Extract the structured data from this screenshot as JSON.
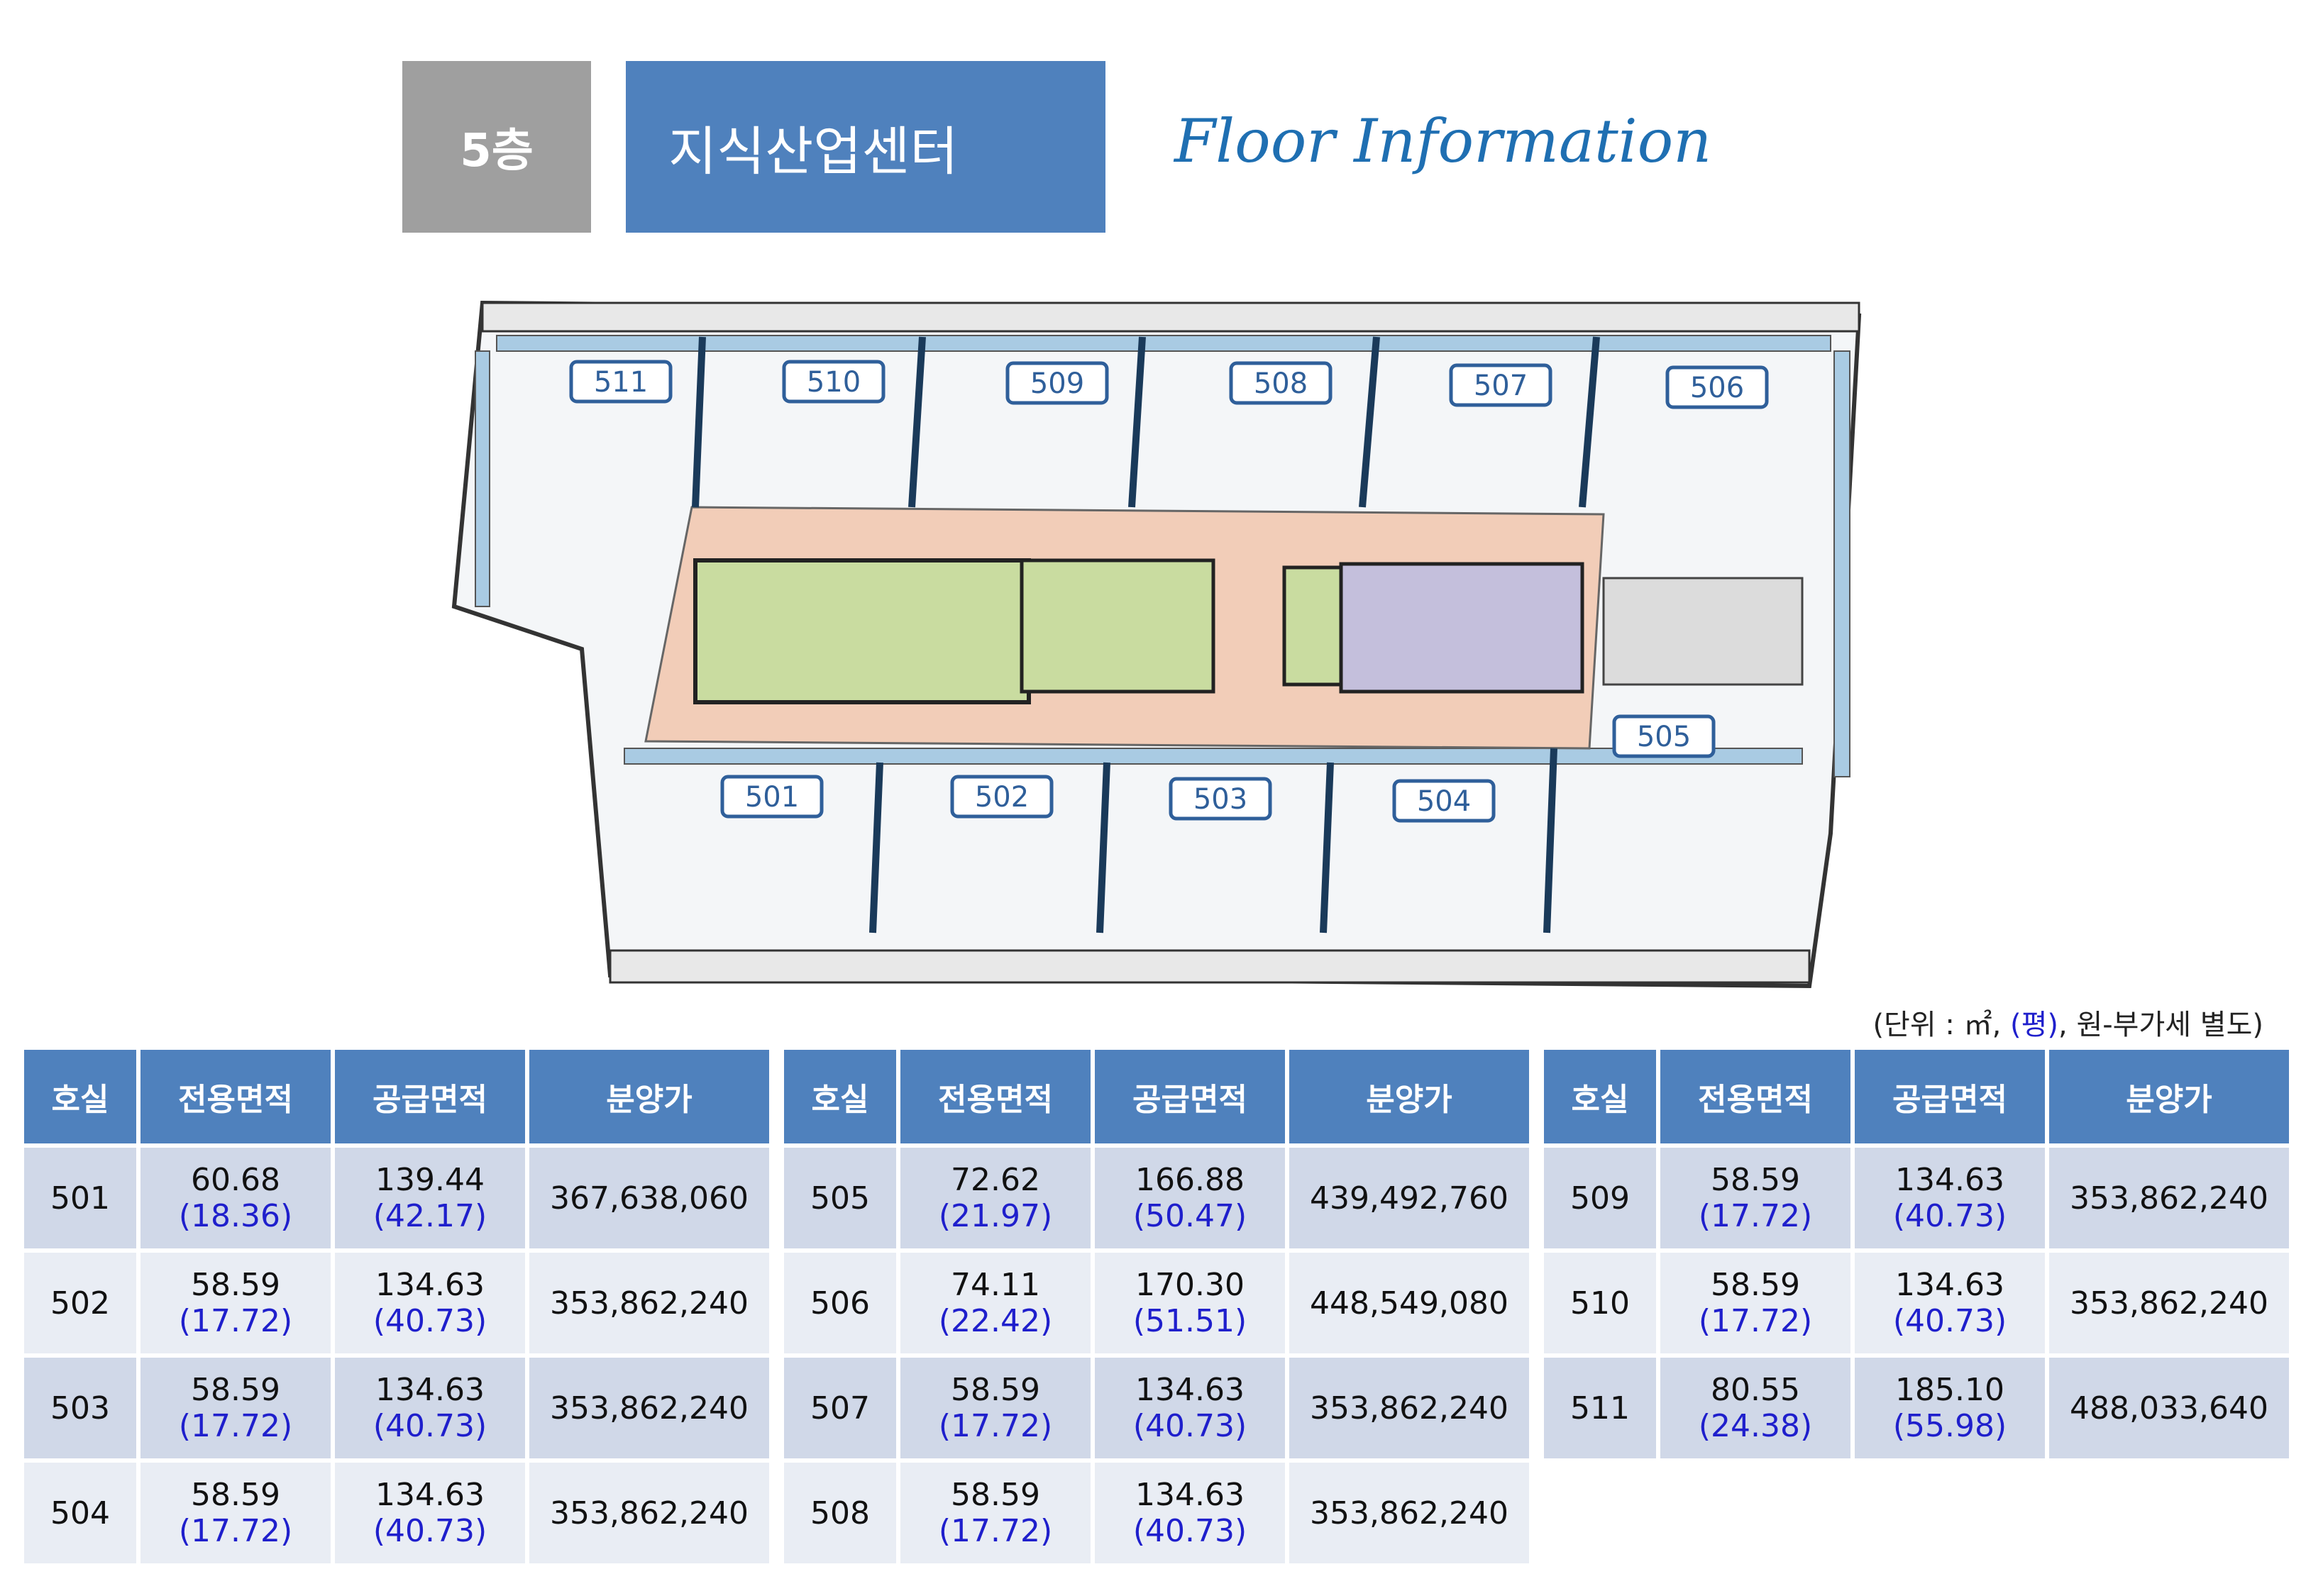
{
  "header": {
    "floor_badge": "5층",
    "title": "지식산업센터",
    "subtitle": "Floor Information"
  },
  "plan_labels": [
    "501",
    "502",
    "503",
    "504",
    "505",
    "506",
    "507",
    "508",
    "509",
    "510",
    "511"
  ],
  "unit_note": {
    "prefix": "(단위 : ㎡, ",
    "pyeong": "(평)",
    "suffix": ", 원-부가세 별도)"
  },
  "table_headers": [
    "호실",
    "전용면적",
    "공급면적",
    "분양가"
  ],
  "tables": [
    [
      {
        "room": "501",
        "exclusive": "60.68",
        "exclusive_py": "(18.36)",
        "supply": "139.44",
        "supply_py": "(42.17)",
        "price": "367,638,060"
      },
      {
        "room": "502",
        "exclusive": "58.59",
        "exclusive_py": "(17.72)",
        "supply": "134.63",
        "supply_py": "(40.73)",
        "price": "353,862,240"
      },
      {
        "room": "503",
        "exclusive": "58.59",
        "exclusive_py": "(17.72)",
        "supply": "134.63",
        "supply_py": "(40.73)",
        "price": "353,862,240"
      },
      {
        "room": "504",
        "exclusive": "58.59",
        "exclusive_py": "(17.72)",
        "supply": "134.63",
        "supply_py": "(40.73)",
        "price": "353,862,240"
      }
    ],
    [
      {
        "room": "505",
        "exclusive": "72.62",
        "exclusive_py": "(21.97)",
        "supply": "166.88",
        "supply_py": "(50.47)",
        "price": "439,492,760"
      },
      {
        "room": "506",
        "exclusive": "74.11",
        "exclusive_py": "(22.42)",
        "supply": "170.30",
        "supply_py": "(51.51)",
        "price": "448,549,080"
      },
      {
        "room": "507",
        "exclusive": "58.59",
        "exclusive_py": "(17.72)",
        "supply": "134.63",
        "supply_py": "(40.73)",
        "price": "353,862,240"
      },
      {
        "room": "508",
        "exclusive": "58.59",
        "exclusive_py": "(17.72)",
        "supply": "134.63",
        "supply_py": "(40.73)",
        "price": "353,862,240"
      }
    ],
    [
      {
        "room": "509",
        "exclusive": "58.59",
        "exclusive_py": "(17.72)",
        "supply": "134.63",
        "supply_py": "(40.73)",
        "price": "353,862,240"
      },
      {
        "room": "510",
        "exclusive": "58.59",
        "exclusive_py": "(17.72)",
        "supply": "134.63",
        "supply_py": "(40.73)",
        "price": "353,862,240"
      },
      {
        "room": "511",
        "exclusive": "80.55",
        "exclusive_py": "(24.38)",
        "supply": "185.10",
        "supply_py": "(55.98)",
        "price": "488,033,640"
      }
    ]
  ]
}
